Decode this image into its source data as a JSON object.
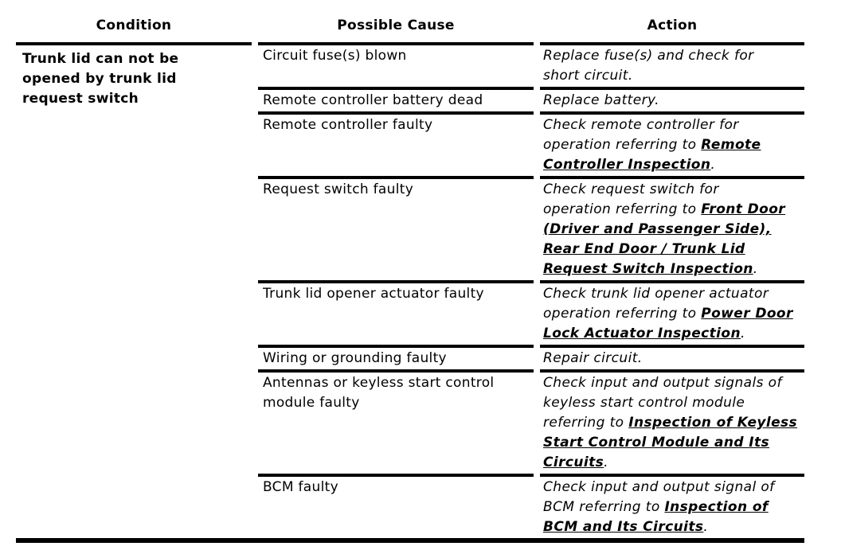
{
  "table": {
    "headers": {
      "condition": "Condition",
      "cause": "Possible Cause",
      "action": "Action"
    },
    "condition_lines": [
      "Trunk lid can not be",
      "opened by trunk lid",
      "request switch"
    ],
    "rows": [
      {
        "cause": [
          "Circuit fuse(s) blown"
        ],
        "action": [
          [
            {
              "t": "Replace fuse(s) and check for"
            }
          ],
          [
            {
              "t": "short circuit."
            }
          ]
        ]
      },
      {
        "cause": [
          "Remote controller battery dead"
        ],
        "action": [
          [
            {
              "t": "Replace battery."
            }
          ]
        ]
      },
      {
        "cause": [
          "Remote controller faulty"
        ],
        "action": [
          [
            {
              "t": "Check remote controller for"
            }
          ],
          [
            {
              "t": "operation referring to "
            },
            {
              "t": "Remote",
              "link": true
            }
          ],
          [
            {
              "t": "Controller Inspection",
              "link": true
            },
            {
              "t": "."
            }
          ]
        ]
      },
      {
        "cause": [
          "Request switch faulty"
        ],
        "action": [
          [
            {
              "t": "Check request switch for"
            }
          ],
          [
            {
              "t": "operation referring to "
            },
            {
              "t": "Front Door",
              "link": true
            }
          ],
          [
            {
              "t": "(Driver and Passenger Side),",
              "link": true
            }
          ],
          [
            {
              "t": "Rear End Door / Trunk Lid",
              "link": true
            }
          ],
          [
            {
              "t": "Request Switch Inspection",
              "link": true
            },
            {
              "t": "."
            }
          ]
        ]
      },
      {
        "cause": [
          "Trunk lid opener actuator faulty"
        ],
        "action": [
          [
            {
              "t": "Check trunk lid opener actuator"
            }
          ],
          [
            {
              "t": "operation referring to "
            },
            {
              "t": "Power Door",
              "link": true
            }
          ],
          [
            {
              "t": "Lock Actuator Inspection",
              "link": true
            },
            {
              "t": "."
            }
          ]
        ]
      },
      {
        "cause": [
          "Wiring or grounding faulty"
        ],
        "action": [
          [
            {
              "t": "Repair circuit."
            }
          ]
        ]
      },
      {
        "cause": [
          "Antennas or keyless start control",
          "module faulty"
        ],
        "action": [
          [
            {
              "t": "Check input and output signals of"
            }
          ],
          [
            {
              "t": "keyless start control module"
            }
          ],
          [
            {
              "t": "referring to "
            },
            {
              "t": "Inspection of Keyless",
              "link": true
            }
          ],
          [
            {
              "t": "Start Control Module and Its",
              "link": true
            }
          ],
          [
            {
              "t": "Circuits",
              "link": true
            },
            {
              "t": "."
            }
          ]
        ]
      },
      {
        "cause": [
          "BCM faulty"
        ],
        "action": [
          [
            {
              "t": "Check input and output signal of"
            }
          ],
          [
            {
              "t": "BCM referring to "
            },
            {
              "t": "Inspection of",
              "link": true
            }
          ],
          [
            {
              "t": "BCM and Its Circuits",
              "link": true
            },
            {
              "t": "."
            }
          ]
        ]
      }
    ],
    "colors": {
      "text": "#000000",
      "background": "#ffffff",
      "rule": "#000000"
    }
  }
}
